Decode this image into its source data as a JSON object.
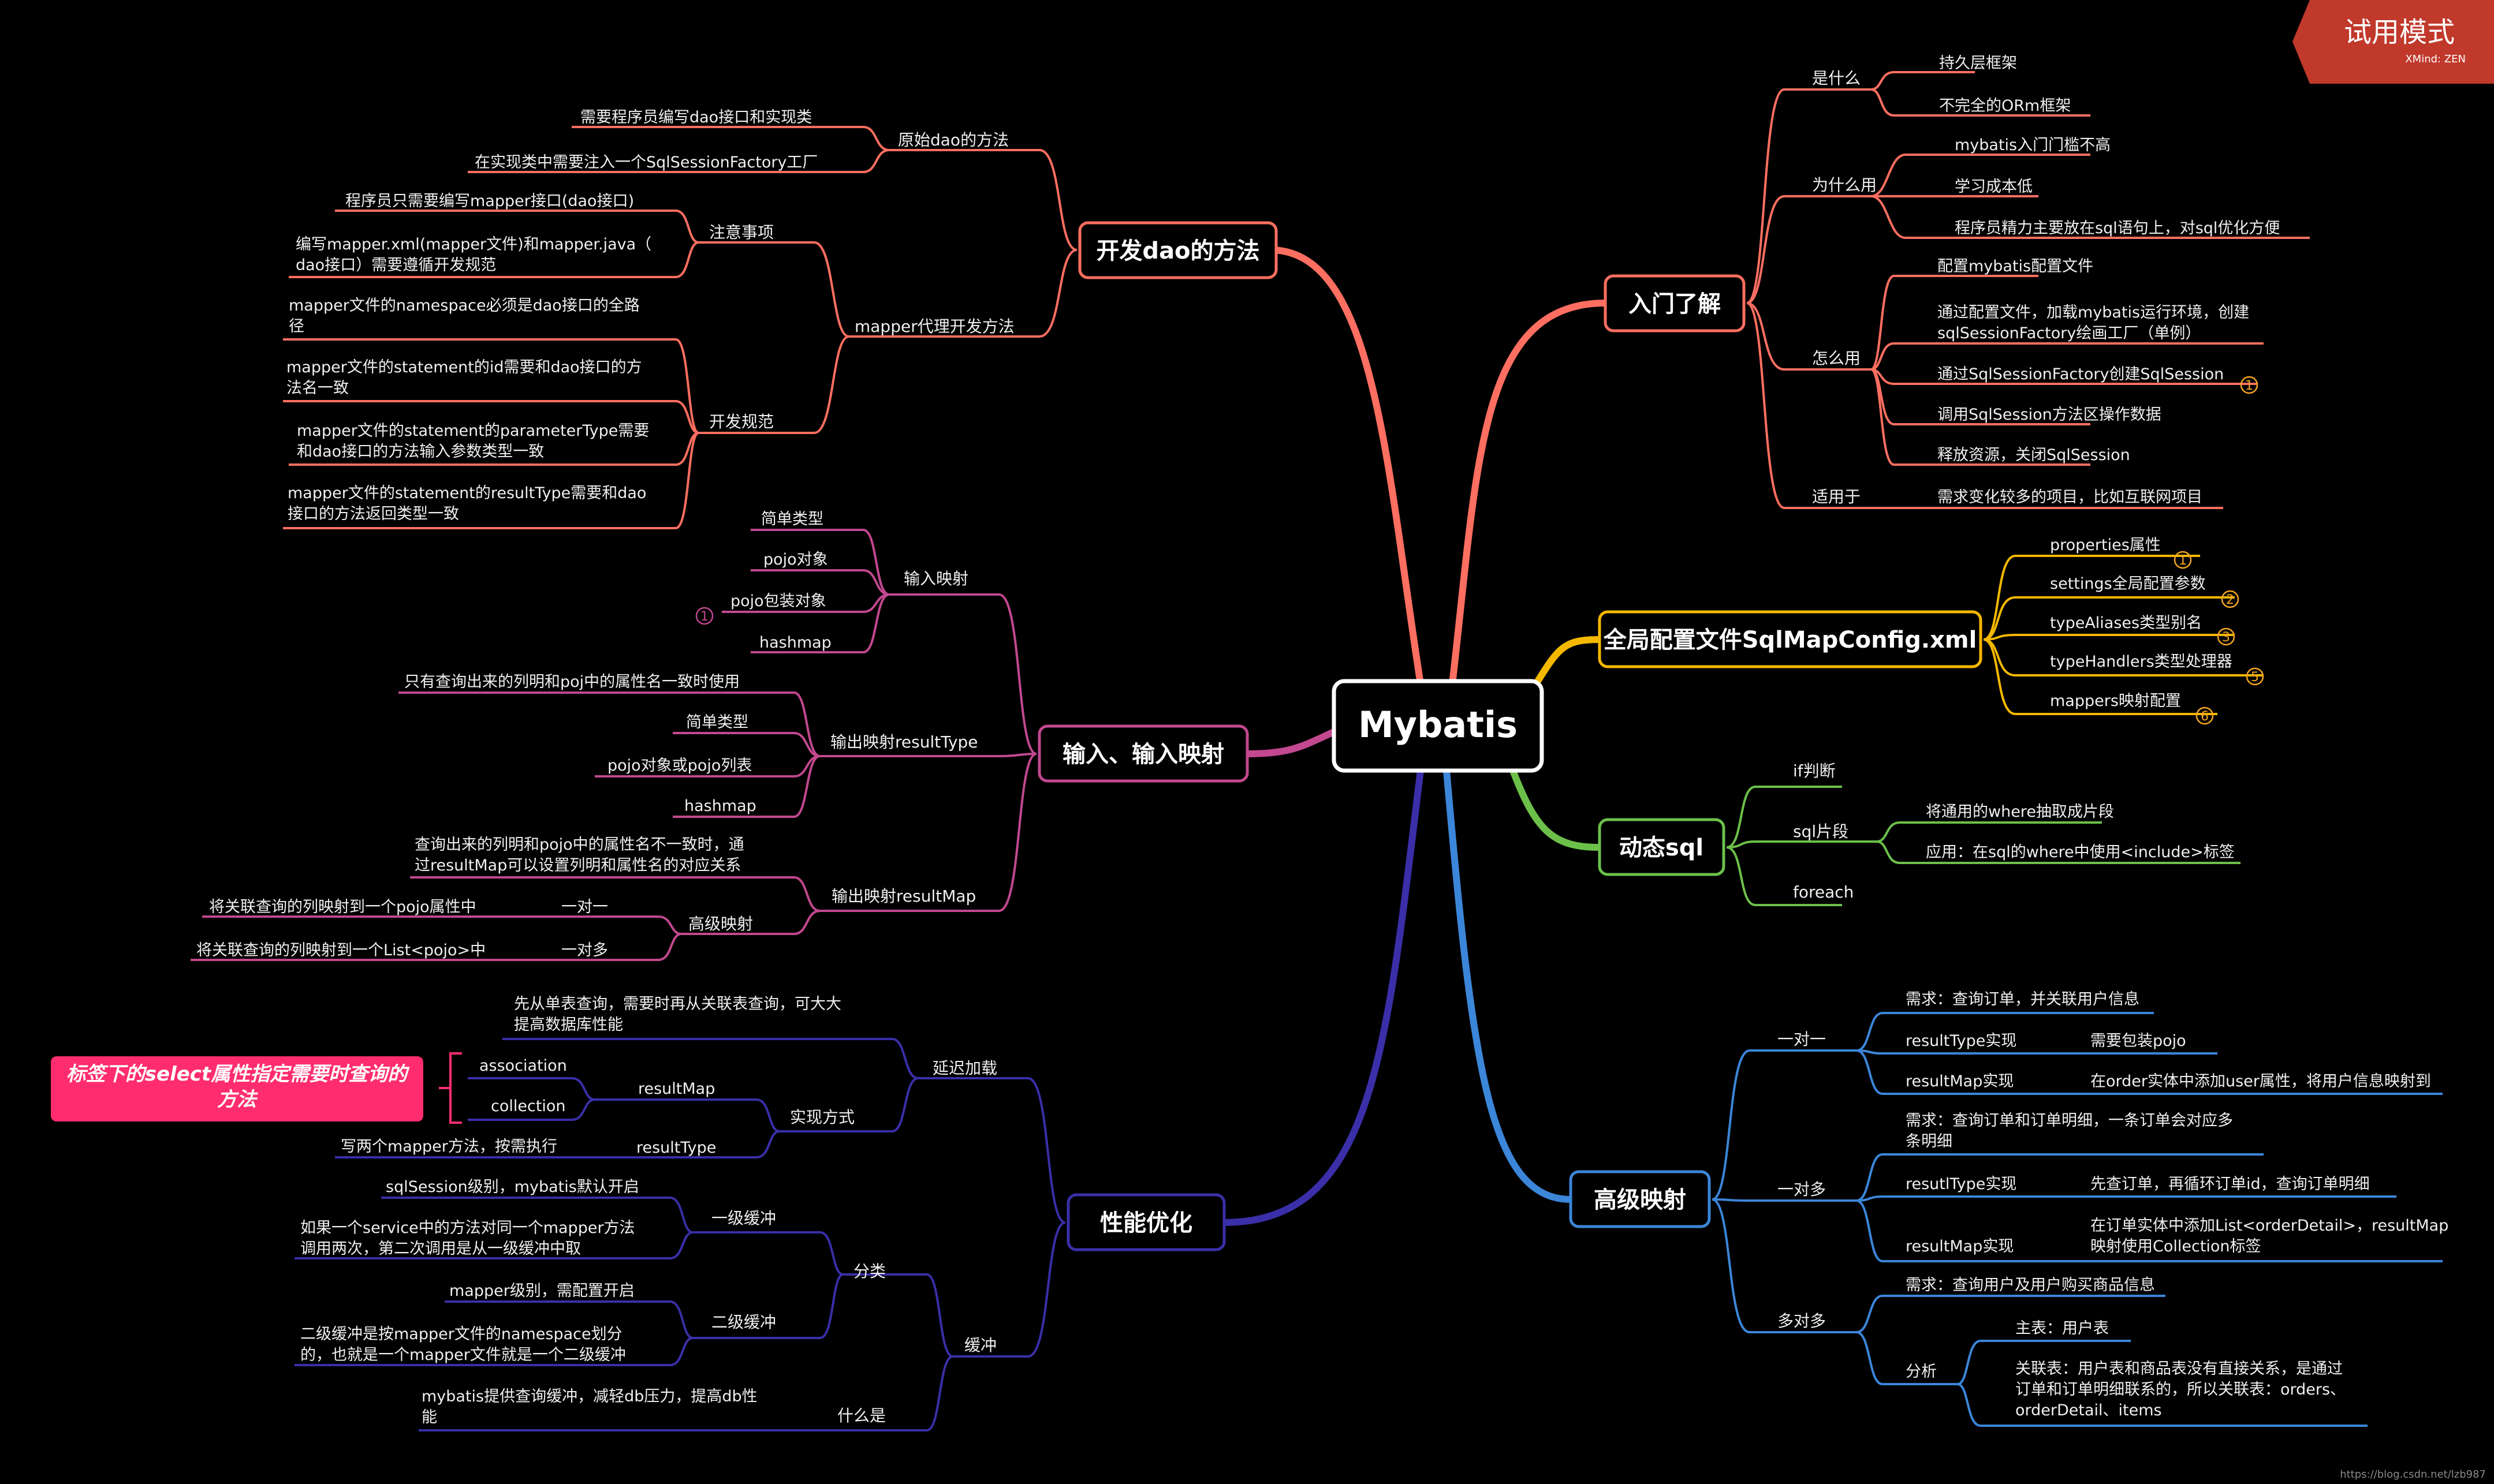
{
  "trial_badge": {
    "title": "试用模式",
    "brand": "XMind: ZEN"
  },
  "watermark": "https://blog.csdn.net/lzb987",
  "callout": {
    "text_line1": "标签下的select属性指定需要时查询的",
    "text_line2": "方法"
  },
  "mindmap": {
    "central": "Mybatis",
    "right": [
      {
        "title": "入门了解",
        "color": "#ff6f61",
        "children": [
          {
            "label": "是什么",
            "children": [
              {
                "label": "持久层框架"
              },
              {
                "label": "不完全的ORm框架"
              }
            ]
          },
          {
            "label": "为什么用",
            "children": [
              {
                "label": "mybatis入门门槛不高"
              },
              {
                "label": "学习成本低"
              },
              {
                "label": "程序员精力主要放在sql语句上，对sql优化方便"
              }
            ]
          },
          {
            "label": "怎么用",
            "children": [
              {
                "label": "配置mybatis配置文件"
              },
              {
                "label": "通过配置文件，加载mybatis运行环境，创建",
                "label2": "sqlSessionFactory绘画工厂（单例）"
              },
              {
                "label": "通过SqlSessionFactory创建SqlSession",
                "marker": "1"
              },
              {
                "label": "调用SqlSession方法区操作数据"
              },
              {
                "label": "释放资源，关闭SqlSession"
              }
            ]
          },
          {
            "label": "适用于",
            "children": [
              {
                "label": "需求变化较多的项目，比如互联网项目"
              }
            ]
          }
        ]
      },
      {
        "title": "全局配置文件SqlMapConfig.xml",
        "color": "#f5b800",
        "children": [
          {
            "label": "properties属性",
            "marker": "1"
          },
          {
            "label": "settings全局配置参数",
            "marker": "2"
          },
          {
            "label": "typeAliases类型别名",
            "marker": "3"
          },
          {
            "label": "typeHandlers类型处理器",
            "marker": "5"
          },
          {
            "label": "mappers映射配置",
            "marker": "6"
          }
        ]
      },
      {
        "title": "动态sql",
        "color": "#6cc04a",
        "children": [
          {
            "label": "if判断"
          },
          {
            "label": "sql片段",
            "children": [
              {
                "label": "将通用的where抽取成片段"
              },
              {
                "label": "应用：在sql的where中使用<include>标签"
              }
            ]
          },
          {
            "label": "foreach"
          }
        ]
      },
      {
        "title": "高级映射",
        "color": "#3b86d9",
        "children": [
          {
            "label": "一对一",
            "children": [
              {
                "label": "需求：查询订单，并关联用户信息"
              },
              {
                "label": "resultType实现",
                "children": [
                  {
                    "label": "需要包装pojo"
                  }
                ]
              },
              {
                "label": "resultMap实现",
                "children": [
                  {
                    "label": "在order实体中添加user属性，将用户信息映射到"
                  }
                ]
              }
            ]
          },
          {
            "label": "一对多",
            "children": [
              {
                "label": "需求：查询订单和订单明细，一条订单会对应多",
                "label2": "条明细"
              },
              {
                "label": "resutlType实现",
                "children": [
                  {
                    "label": "先查订单，再循环订单id，查询订单明细"
                  }
                ]
              },
              {
                "label": "resultMap实现",
                "children": [
                  {
                    "label": "在订单实体中添加List<orderDetail>，resultMap",
                    "label2": "映射使用Collection标签"
                  }
                ]
              }
            ]
          },
          {
            "label": "多对多",
            "children": [
              {
                "label": "需求：查询用户及用户购买商品信息"
              },
              {
                "label": "分析",
                "children": [
                  {
                    "label": "主表：用户表"
                  },
                  {
                    "label": "关联表：用户表和商品表没有直接关系，是通过",
                    "label2": "订单和订单明细联系的，所以关联表：orders、",
                    "label3": "orderDetail、items"
                  }
                ]
              }
            ]
          }
        ]
      }
    ],
    "left": [
      {
        "title": "开发dao的方法",
        "color": "#ff6f61",
        "children": [
          {
            "label": "原始dao的方法",
            "children": [
              {
                "label": "需要程序员编写dao接口和实现类"
              },
              {
                "label": "在实现类中需要注入一个SqlSessionFactory工厂"
              }
            ]
          },
          {
            "label": "mapper代理开发方法",
            "children": [
              {
                "label": "注意事项",
                "children": [
                  {
                    "label": "程序员只需要编写mapper接口(dao接口)"
                  },
                  {
                    "label": "编写mapper.xml(mapper文件)和mapper.java（",
                    "label2": "dao接口）需要遵循开发规范"
                  }
                ]
              },
              {
                "label": "开发规范",
                "children": [
                  {
                    "label": "mapper文件的namespace必须是dao接口的全路",
                    "label2": "径"
                  },
                  {
                    "label": "mapper文件的statement的id需要和dao接口的方",
                    "label2": "法名一致"
                  },
                  {
                    "label": "mapper文件的statement的parameterType需要",
                    "label2": "和dao接口的方法输入参数类型一致"
                  },
                  {
                    "label": "mapper文件的statement的resultType需要和dao",
                    "label2": "接口的方法返回类型一致"
                  }
                ]
              }
            ]
          }
        ]
      },
      {
        "title": "输入、输入映射",
        "color": "#c2488f",
        "children": [
          {
            "label": "输入映射",
            "children": [
              {
                "label": "简单类型"
              },
              {
                "label": "pojo对象"
              },
              {
                "label": "pojo包装对象",
                "marker": "1"
              },
              {
                "label": "hashmap"
              }
            ]
          },
          {
            "label": "输出映射resultType",
            "children": [
              {
                "label": "只有查询出来的列明和poj中的属性名一致时使用"
              },
              {
                "label": "简单类型"
              },
              {
                "label": "pojo对象或pojo列表"
              },
              {
                "label": "hashmap"
              }
            ]
          },
          {
            "label": "输出映射resultMap",
            "children": [
              {
                "label": "查询出来的列明和pojo中的属性名不一致时，通",
                "label2": "过resultMap可以设置列明和属性名的对应关系"
              },
              {
                "label": "高级映射",
                "children": [
                  {
                    "label": "一对一",
                    "children": [
                      {
                        "label": "将关联查询的列映射到一个pojo属性中"
                      }
                    ]
                  },
                  {
                    "label": "一对多",
                    "children": [
                      {
                        "label": "将关联查询的列映射到一个List<pojo>中"
                      }
                    ]
                  }
                ]
              }
            ]
          }
        ]
      },
      {
        "title": "性能优化",
        "color": "#3a2fa8",
        "children": [
          {
            "label": "延迟加载",
            "children": [
              {
                "label": "先从单表查询，需要时再从关联表查询，可大大",
                "label2": "提高数据库性能"
              },
              {
                "label": "实现方式",
                "children": [
                  {
                    "label": "resultMap",
                    "children": [
                      {
                        "label": "association"
                      },
                      {
                        "label": "collection"
                      }
                    ]
                  },
                  {
                    "label": "resultType",
                    "children": [
                      {
                        "label": "写两个mapper方法，按需执行"
                      }
                    ]
                  }
                ]
              }
            ]
          },
          {
            "label": "缓冲",
            "children": [
              {
                "label": "分类",
                "children": [
                  {
                    "label": "一级缓冲",
                    "children": [
                      {
                        "label": "sqlSession级别，mybatis默认开启"
                      },
                      {
                        "label": "如果一个service中的方法对同一个mapper方法",
                        "label2": "调用两次，第二次调用是从一级缓冲中取"
                      }
                    ]
                  },
                  {
                    "label": "二级缓冲",
                    "children": [
                      {
                        "label": "mapper级别，需配置开启"
                      },
                      {
                        "label": "二级缓冲是按mapper文件的namespace划分",
                        "label2": "的，也就是一个mapper文件就是一个二级缓冲"
                      }
                    ]
                  }
                ]
              },
              {
                "label": "什么是",
                "children": [
                  {
                    "label": "mybatis提供查询缓冲，减轻db压力，提高db性",
                    "label2": "能"
                  }
                ]
              }
            ]
          }
        ]
      }
    ]
  }
}
